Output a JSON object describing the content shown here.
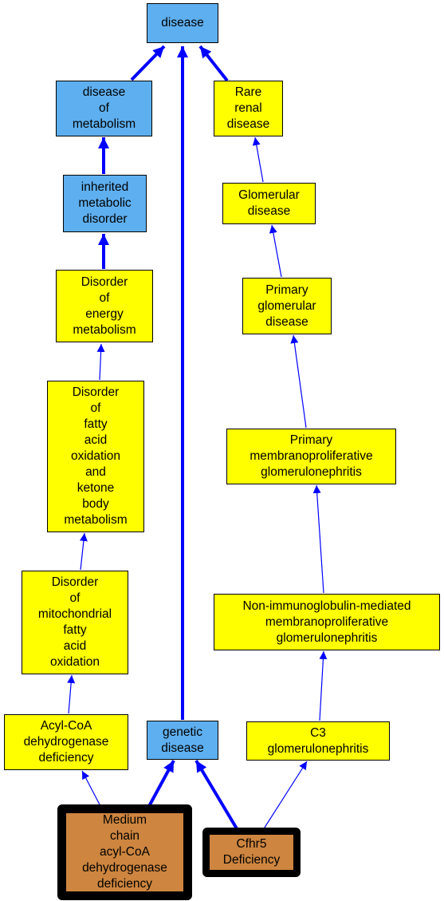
{
  "colors": {
    "root_category": "#5eaff0",
    "intermediate": "#ffff00",
    "query_term": "#cd853f",
    "edge": "#0000ff"
  },
  "nodes": [
    {
      "id": "disease",
      "lines": [
        "disease"
      ],
      "style": "blue"
    },
    {
      "id": "disease-of-metabolism",
      "lines": [
        "disease",
        "of",
        "metabolism"
      ],
      "style": "blue"
    },
    {
      "id": "rare-renal-disease",
      "lines": [
        "Rare",
        "renal",
        "disease"
      ],
      "style": "yellow"
    },
    {
      "id": "inherited-metabolic-disorder",
      "lines": [
        "inherited",
        "metabolic",
        "disorder"
      ],
      "style": "blue"
    },
    {
      "id": "glomerular-disease",
      "lines": [
        "Glomerular",
        "disease"
      ],
      "style": "yellow"
    },
    {
      "id": "disorder-of-energy-metabolism",
      "lines": [
        "Disorder",
        "of",
        "energy",
        "metabolism"
      ],
      "style": "yellow"
    },
    {
      "id": "primary-glomerular-disease",
      "lines": [
        "Primary",
        "glomerular",
        "disease"
      ],
      "style": "yellow"
    },
    {
      "id": "disorder-fatty-acid-ketone",
      "lines": [
        "Disorder",
        "of",
        "fatty",
        "acid",
        "oxidation",
        "and",
        "ketone",
        "body",
        "metabolism"
      ],
      "style": "yellow"
    },
    {
      "id": "primary-mpgn",
      "lines": [
        "Primary",
        "membranoproliferative",
        "glomerulonephritis"
      ],
      "style": "yellow"
    },
    {
      "id": "disorder-mito-fatty-acid",
      "lines": [
        "Disorder",
        "of",
        "mitochondrial",
        "fatty",
        "acid",
        "oxidation"
      ],
      "style": "yellow"
    },
    {
      "id": "non-ig-mpgn",
      "lines": [
        "Non-immunoglobulin-mediated",
        "membranoproliferative",
        "glomerulonephritis"
      ],
      "style": "yellow"
    },
    {
      "id": "acyl-coa-dh-deficiency",
      "lines": [
        "Acyl-CoA",
        "dehydrogenase",
        "deficiency"
      ],
      "style": "yellow"
    },
    {
      "id": "genetic-disease",
      "lines": [
        "genetic",
        "disease"
      ],
      "style": "blue"
    },
    {
      "id": "c3-glomerulonephritis",
      "lines": [
        "C3",
        "glomerulonephritis"
      ],
      "style": "yellow"
    },
    {
      "id": "mcad-deficiency",
      "lines": [
        "Medium",
        "chain",
        "acyl-CoA",
        "dehydrogenase",
        "deficiency"
      ],
      "style": "orange"
    },
    {
      "id": "cfhr5-deficiency",
      "lines": [
        "Cfhr5",
        "Deficiency"
      ],
      "style": "orange2"
    }
  ]
}
